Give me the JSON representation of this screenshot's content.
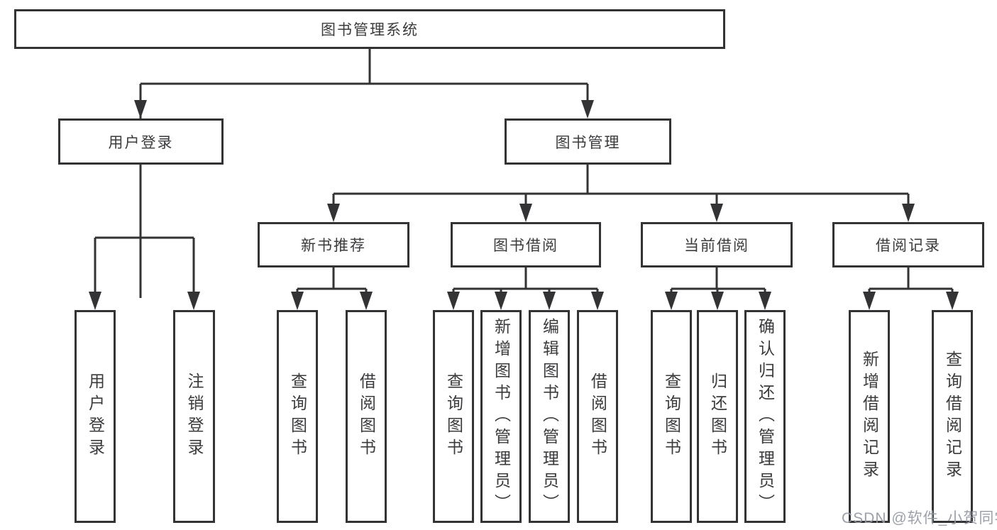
{
  "tree": {
    "root": "图书管理系统",
    "branches": [
      {
        "label": "用户登录",
        "leaves": [
          "用户登录",
          "注销登录"
        ]
      },
      {
        "label": "图书管理",
        "groups": [
          {
            "label": "新书推荐",
            "leaves": [
              "查询图书",
              "借阅图书"
            ]
          },
          {
            "label": "图书借阅",
            "leaves": [
              "查询图书",
              "新增图书（管理员）",
              "编辑图书（管理员）",
              "借阅图书"
            ]
          },
          {
            "label": "当前借阅",
            "leaves": [
              "查询图书",
              "归还图书",
              "确认归还（管理员）"
            ]
          },
          {
            "label": "借阅记录",
            "leaves": [
              "新增借阅记录",
              "查询借阅记录"
            ]
          }
        ]
      }
    ]
  },
  "watermark": {
    "text": "CSDN @软件_小贺同学"
  },
  "colors": {
    "line": "#333336",
    "text": "#3b3b3e",
    "background": "#ffffff",
    "watermark": "#9498a2"
  }
}
